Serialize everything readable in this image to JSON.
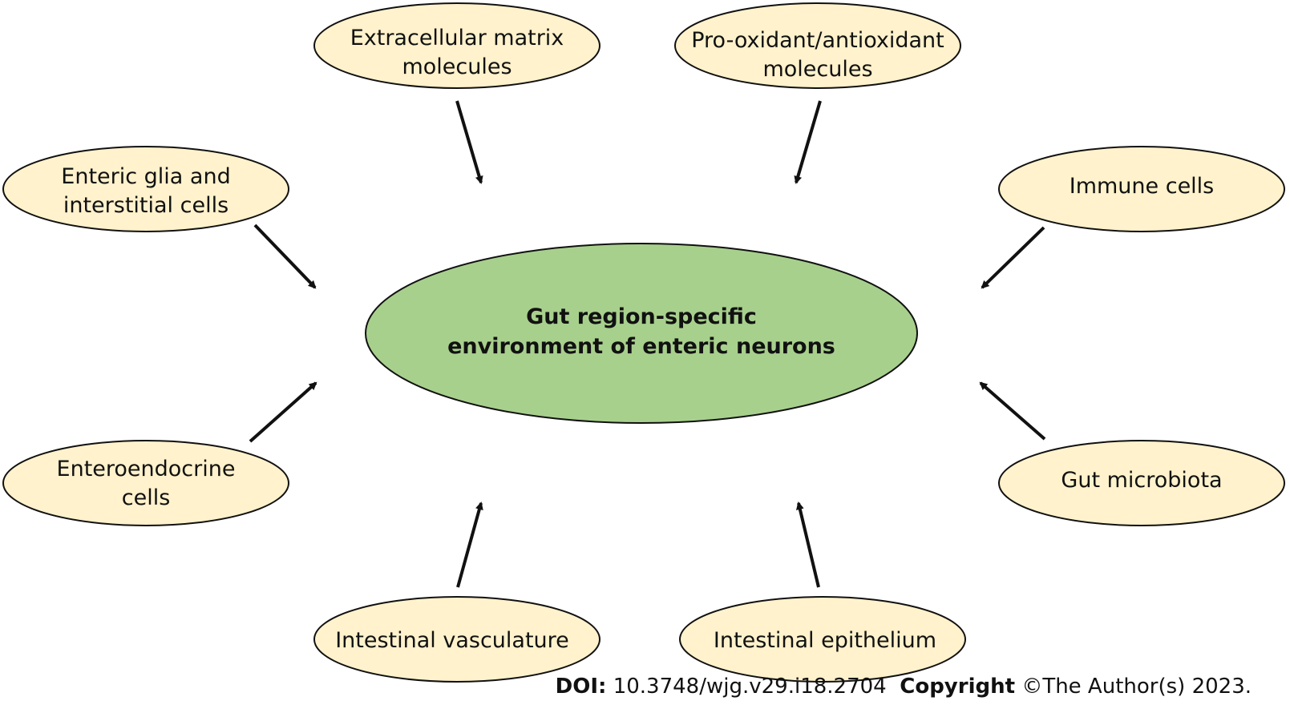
{
  "diagram": {
    "center": {
      "lines": [
        "Gut region-specific",
        "environment of enteric neurons"
      ],
      "fill": "#a8d08d"
    },
    "node_fill": "#fff2cc",
    "nodes": [
      {
        "id": "extracellular-matrix",
        "lines": [
          "Extracellular matrix",
          "molecules"
        ]
      },
      {
        "id": "pro-oxidant",
        "lines": [
          "Pro-oxidant/antioxidant",
          "molecules"
        ]
      },
      {
        "id": "enteric-glia",
        "lines": [
          "Enteric glia and",
          "interstitial cells"
        ]
      },
      {
        "id": "immune-cells",
        "lines": [
          "Immune cells"
        ]
      },
      {
        "id": "enteroendocrine",
        "lines": [
          "Enteroendocrine",
          "cells"
        ]
      },
      {
        "id": "gut-microbiota",
        "lines": [
          "Gut microbiota"
        ]
      },
      {
        "id": "intestinal-vasculature",
        "lines": [
          "Intestinal vasculature"
        ]
      },
      {
        "id": "intestinal-epithelium",
        "lines": [
          "Intestinal epithelium"
        ]
      }
    ]
  },
  "footer": {
    "doi_label": "DOI:",
    "doi_value": "10.3748/wjg.v29.i18.2704",
    "copyright_label": "Copyright",
    "copyright_value": "©The Author(s) 2023."
  }
}
